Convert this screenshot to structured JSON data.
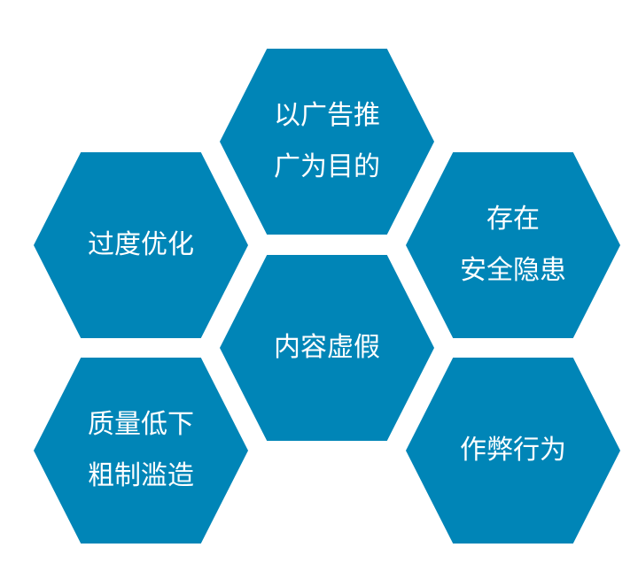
{
  "hexagons": [
    {
      "lines": [
        "以广告推",
        "广为目的"
      ]
    },
    {
      "lines": [
        "过度优化"
      ]
    },
    {
      "lines": [
        "存在",
        "安全隐患"
      ]
    },
    {
      "lines": [
        "内容虚假"
      ]
    },
    {
      "lines": [
        "质量低下",
        "粗制滥造"
      ]
    },
    {
      "lines": [
        "作弊行为"
      ]
    }
  ],
  "colors": {
    "hex_fill": "#0085B7",
    "text": "#FFFFFF"
  }
}
